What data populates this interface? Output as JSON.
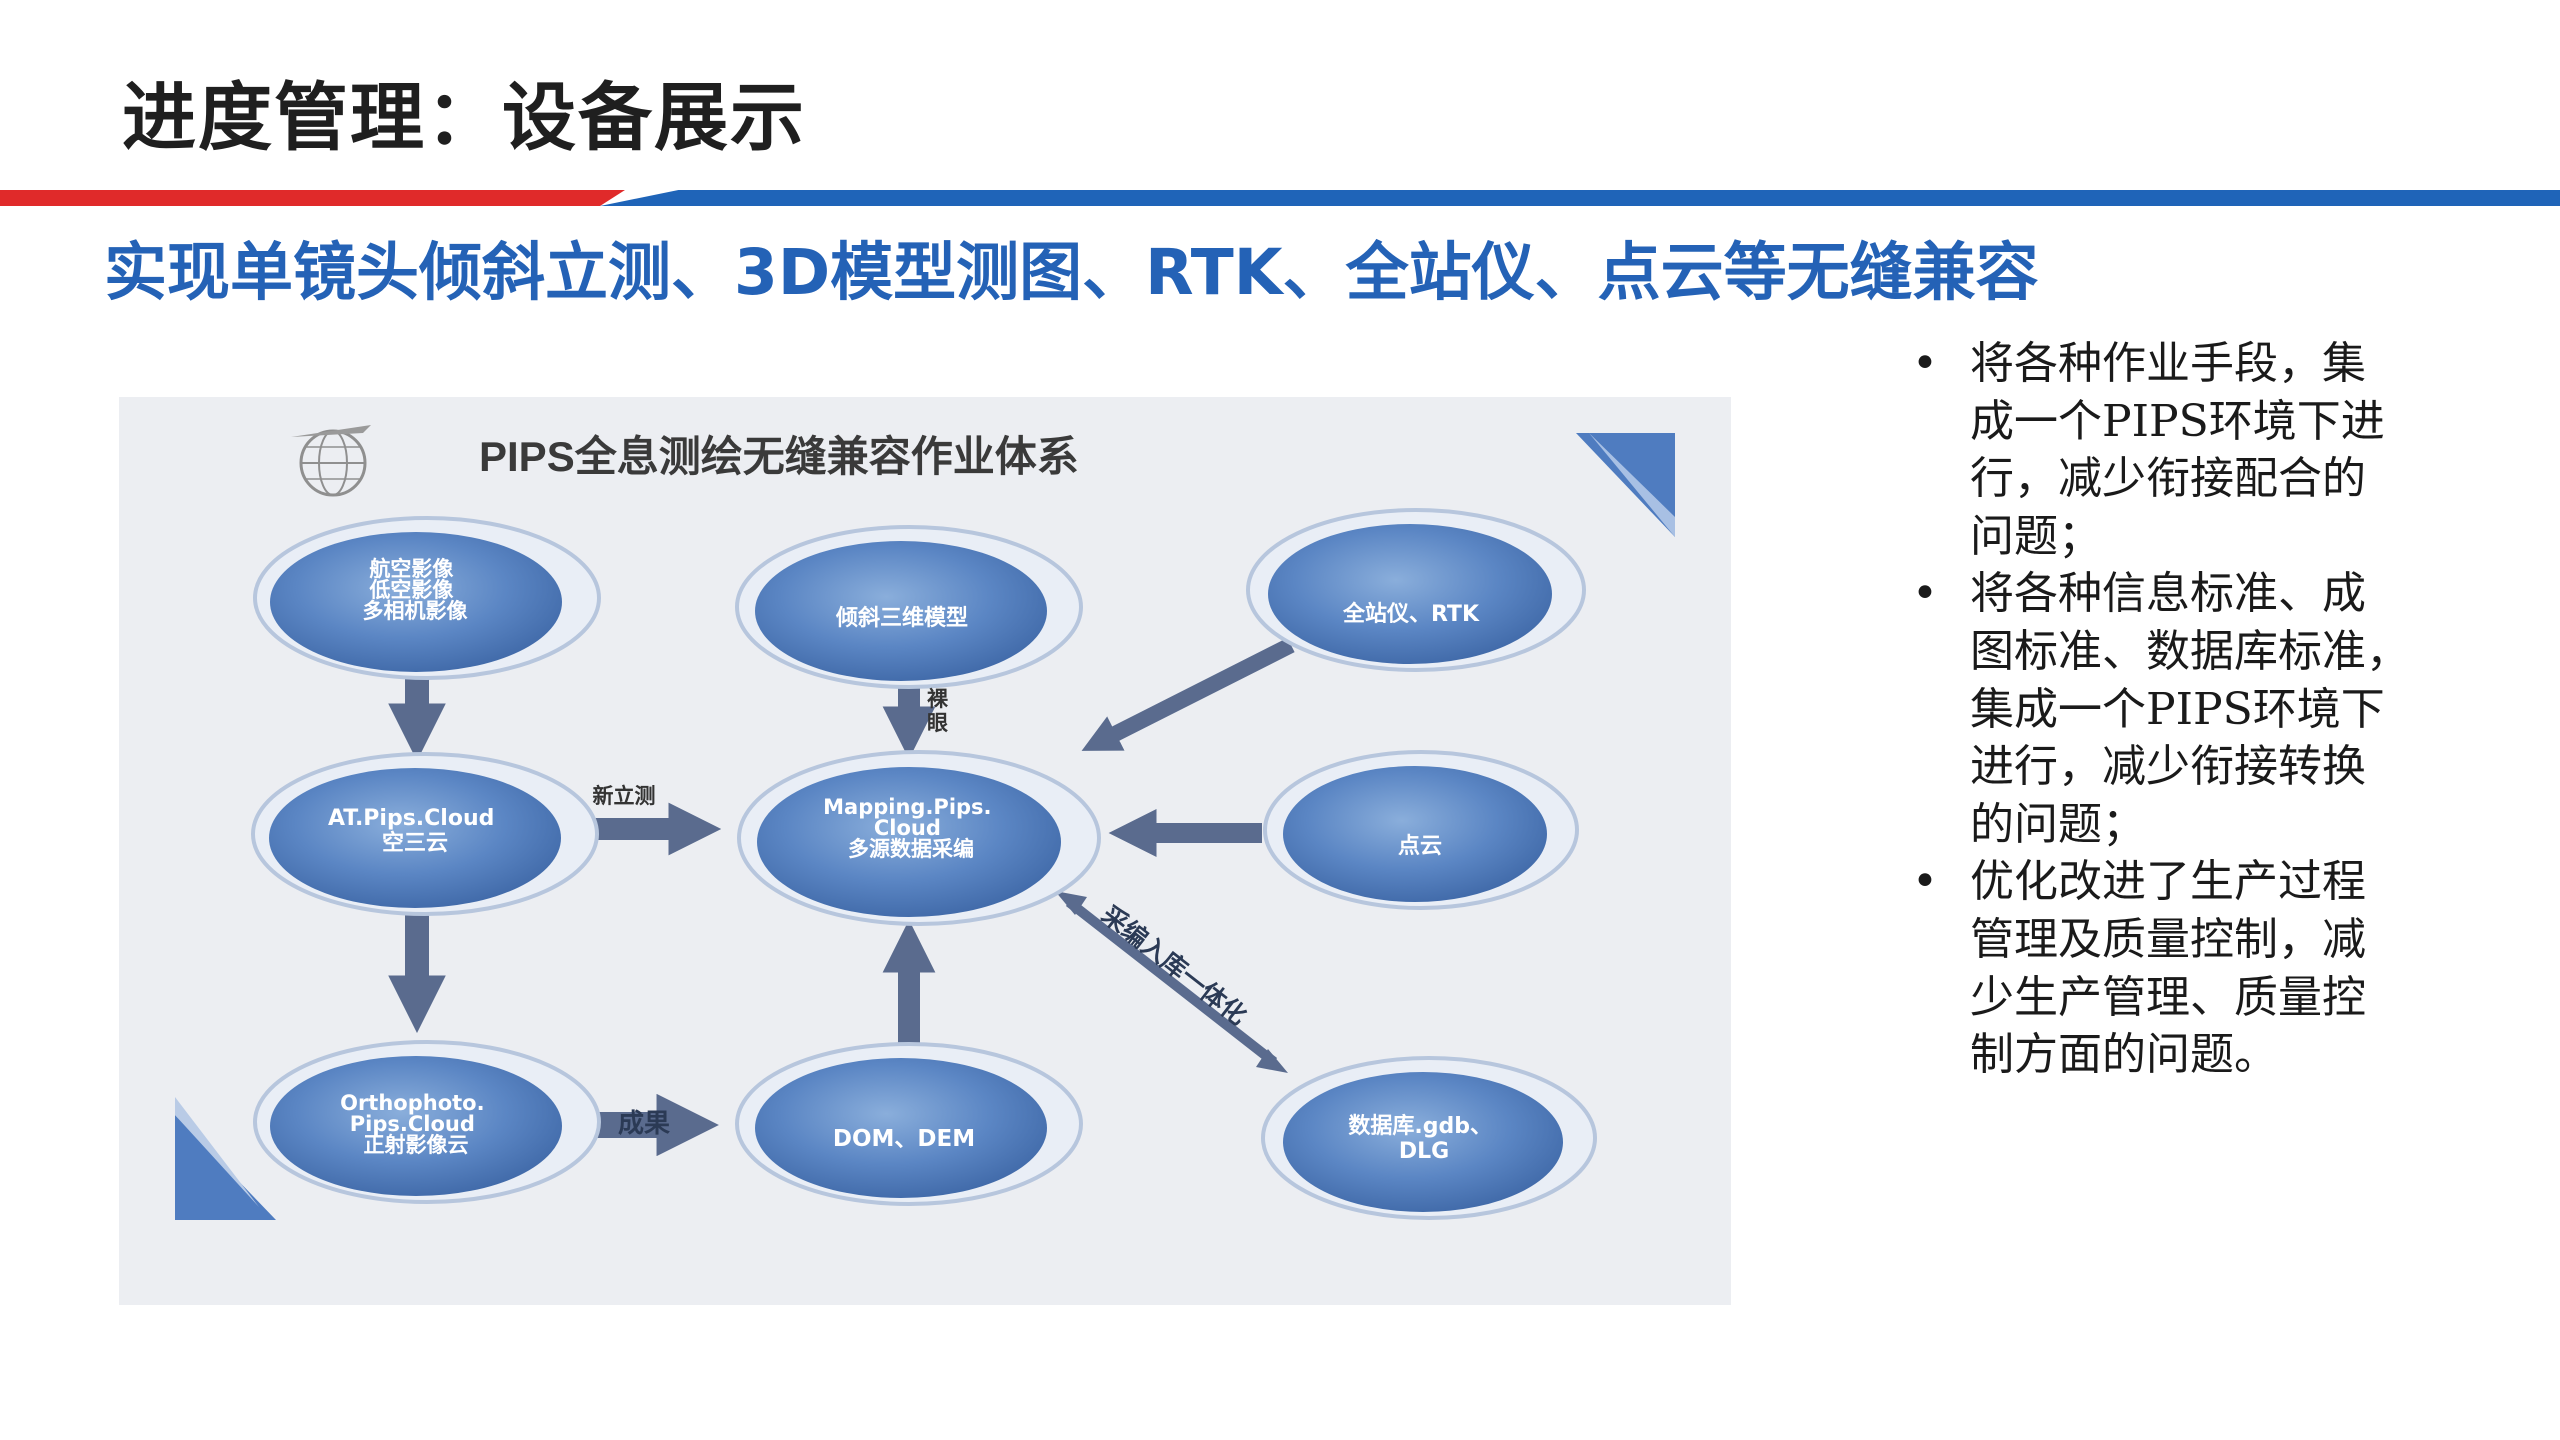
{
  "page": {
    "title": "进度管理：设备展示",
    "subtitle": "实现单镜头倾斜立测、3D模型测图、RTK、全站仪、点云等无缝兼容"
  },
  "diagram": {
    "title": "PIPS全息测绘无缝兼容作业体系",
    "nodes": {
      "aerial": [
        "航空影像",
        "低空影像",
        "多相机影像"
      ],
      "oblique": "倾斜三维模型",
      "station": "全站仪、RTK",
      "atpips": [
        "AT.Pips.Cloud",
        "空三云"
      ],
      "mapping": [
        "Mapping.Pips.",
        "Cloud",
        "多源数据采编"
      ],
      "pointcloud": "点云",
      "ortho": [
        "Orthophoto.",
        "Pips.Cloud",
        "正射影像云"
      ],
      "domdem": "DOM、DEM",
      "database": [
        "数据库.gdb、",
        "DLG"
      ]
    },
    "labels": {
      "naked_eye": [
        "裸",
        "眼"
      ],
      "new_stereo": "新立测",
      "result": "成果",
      "integration": "采编入库一体化"
    }
  },
  "bullets": [
    {
      "marker": "•",
      "lines": [
        "将各种作业手段，集",
        "成一个PIPS环境下进",
        "行，减少衔接配合的",
        "问题；"
      ]
    },
    {
      "marker": "•",
      "lines": [
        "将各种信息标准、成",
        "图标准、数据库标准，",
        "集成一个PIPS环境下",
        "进行，减少衔接转换",
        "的问题；"
      ]
    },
    {
      "marker": "•",
      "lines": [
        "优化改进了生产过程",
        "管理及质量控制，减",
        "少生产管理、质量控",
        "制方面的问题。"
      ]
    }
  ]
}
